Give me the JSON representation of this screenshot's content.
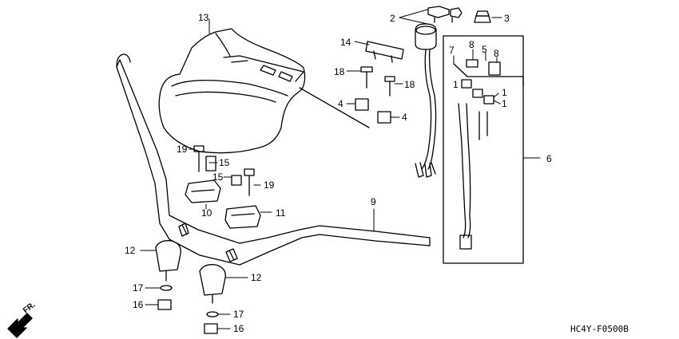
{
  "callouts": {
    "c13": "13",
    "c2": "2",
    "c3": "3",
    "c14": "14",
    "c18a": "18",
    "c18b": "18",
    "c4a": "4",
    "c4b": "4",
    "c7": "7",
    "c8a": "8",
    "c5": "5",
    "c8b": "8",
    "c1a": "1",
    "c1b": "1",
    "c1c": "1",
    "c6": "6",
    "c19a": "19",
    "c15a": "15",
    "c15b": "15",
    "c19b": "19",
    "c10": "10",
    "c11": "11",
    "c9": "9",
    "c12a": "12",
    "c12b": "12",
    "c17a": "17",
    "c16a": "16",
    "c17b": "17",
    "c16b": "16"
  },
  "direction_label": "FR.",
  "diagram_code": "HC4Y-F0500B"
}
